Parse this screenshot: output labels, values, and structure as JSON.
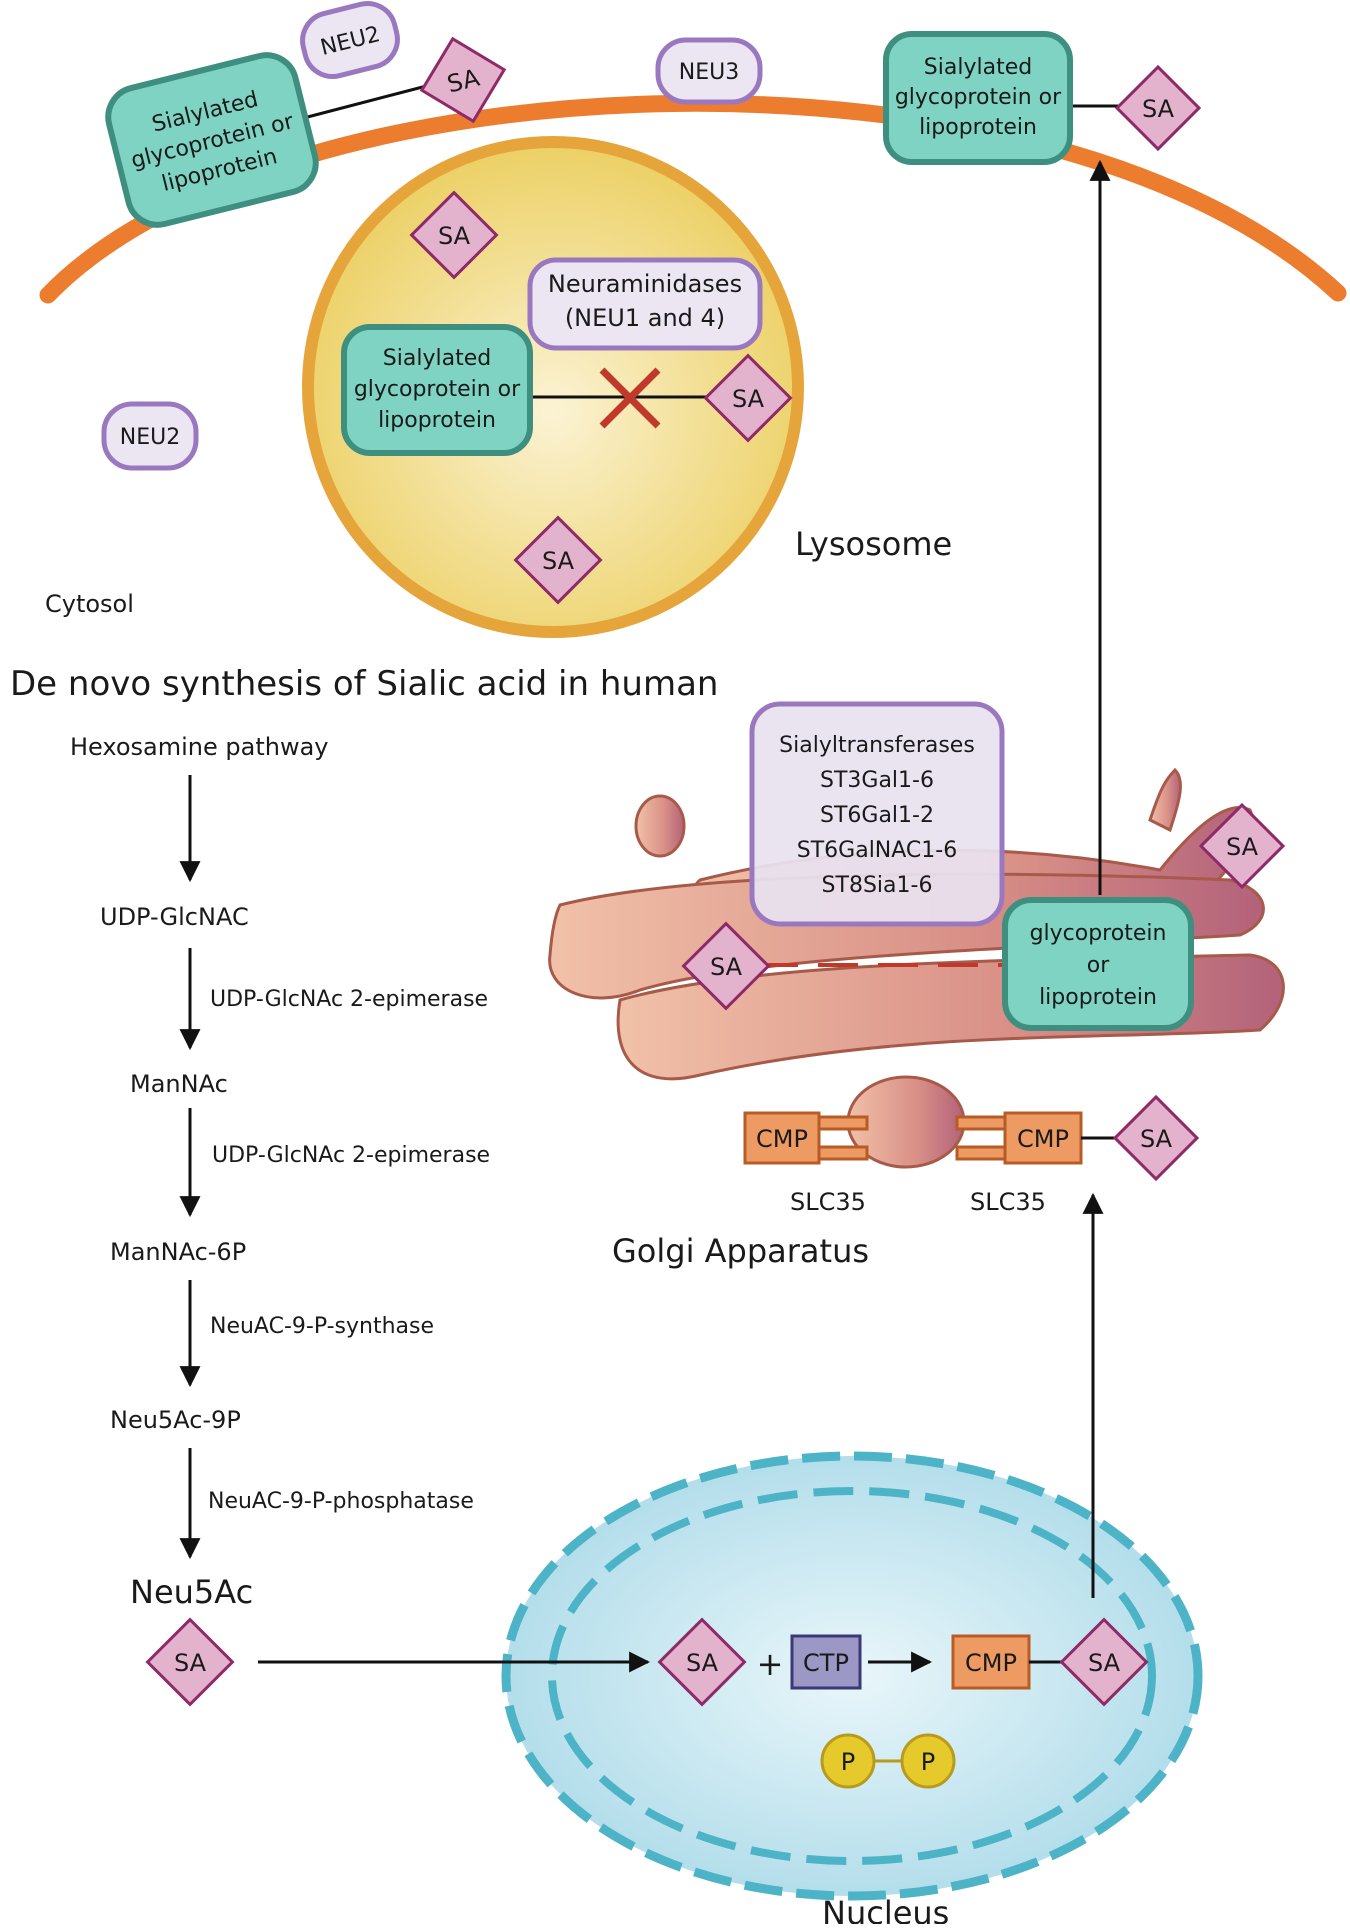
{
  "labels": {
    "cytosol": "Cytosol",
    "lysosome": "Lysosome",
    "golgi": "Golgi Apparatus",
    "nucleus": "Nucleus",
    "pathway_title": "De novo synthesis of Sialic acid in human"
  },
  "membrane": {
    "neu2": "NEU2",
    "neu3": "NEU3",
    "glyco_left": [
      "Sialylated",
      "glycoprotein or",
      "lipoprotein"
    ],
    "glyco_right": [
      "Sialylated",
      "glycoprotein or",
      "lipoprotein"
    ],
    "sa": "SA"
  },
  "lysosome": {
    "neuraminidases": [
      "Neuraminidases",
      "(NEU1 and 4)"
    ],
    "glyco": [
      "Sialylated",
      "glycoprotein or",
      "lipoprotein"
    ],
    "sa": "SA"
  },
  "cytosol": {
    "neu2": "NEU2"
  },
  "pathway": {
    "steps": [
      "Hexosamine pathway",
      "UDP-GlcNAC",
      "ManNAc",
      "ManNAc-6P",
      "Neu5Ac-9P",
      "Neu5Ac"
    ],
    "enzymes": [
      "UDP-GlcNAc 2-epimerase",
      "UDP-GlcNAc 2-epimerase",
      "NeuAC-9-P-synthase",
      "NeuAC-9-P-phosphatase"
    ],
    "sa": "SA"
  },
  "golgi": {
    "sialyltransferases": [
      "Sialyltransferases",
      "ST3Gal1-6",
      "ST6Gal1-2",
      "ST6GalNAC1-6",
      "ST8Sia1-6"
    ],
    "glyco": [
      "glycoprotein",
      "or",
      "lipoprotein"
    ],
    "cmp": "CMP",
    "slc35": "SLC35",
    "sa": "SA"
  },
  "nucleus": {
    "sa": "SA",
    "plus": "+",
    "ctp": "CTP",
    "cmp": "CMP",
    "p": "P"
  },
  "colors": {
    "membrane": "#ec7d2f",
    "protein_fill": "#7fd3c3",
    "protein_stroke": "#3f8f80",
    "sa_fill": "#e3b3cd",
    "sa_stroke": "#8e2a67",
    "neu_stroke": "#9a78bf",
    "neu_fill": "#ece6f3",
    "lysosome": "#f2d873",
    "golgi": "#d48c7e",
    "cmp": "#ee9a63",
    "ctp": "#9b98c5",
    "nucleus": "#bde3ef",
    "phosphate": "#e6c92a"
  }
}
